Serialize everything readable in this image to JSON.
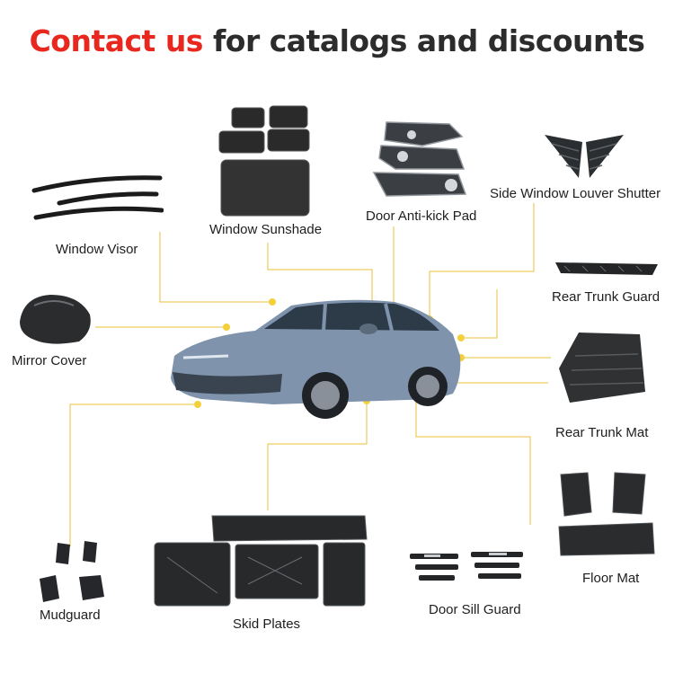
{
  "headline": {
    "highlight": "Contact us",
    "rest": " for catalogs and discounts"
  },
  "colors": {
    "highlight": "#e8281e",
    "text": "#2c2c2c",
    "leader_line": "#e8c23a",
    "car_body": "#7f93ad"
  },
  "labels": {
    "window_visor": "Window Visor",
    "window_sunshade": "Window Sunshade",
    "door_anti_kick_pad": "Door Anti-kick Pad",
    "side_window_louver_shutter": "Side Window Louver Shutter",
    "rear_trunk_guard": "Rear Trunk Guard",
    "mirror_cover": "Mirror Cover",
    "rear_trunk_mat": "Rear Trunk Mat",
    "floor_mat": "Floor Mat",
    "mudguard": "Mudguard",
    "skid_plates": "Skid Plates",
    "door_sill_guard": "Door Sill Guard"
  }
}
